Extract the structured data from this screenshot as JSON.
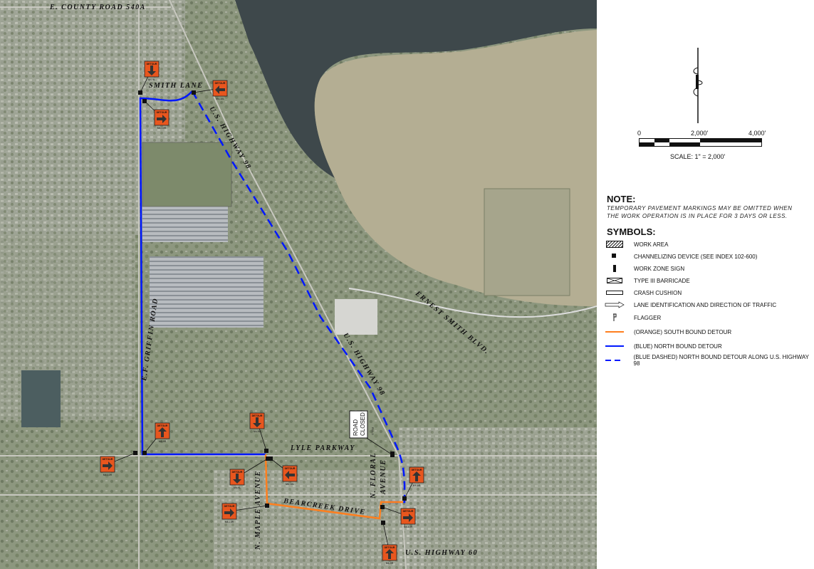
{
  "map": {
    "roads": {
      "county_road": "E. COUNTY ROAD 540A",
      "smith_lane": "SMITH LANE",
      "us98_north": "U.S. HIGHWAY 98",
      "us98_south": "U.S. HIGHWAY 98",
      "griffin": "E.F. GRIFFIN ROAD",
      "ernest": "ERNEST SMITH BLVD.",
      "lyle": "LYLE PARKWAY",
      "bearcreek": "BEARCREEK DRIVE",
      "maple": "N. MAPLE AVENUE",
      "floral_1": "N. FLORAL",
      "floral_2": "AVENUE",
      "us60": "U.S. HIGHWAY 60"
    },
    "road_closed": {
      "line1": "ROAD",
      "line2": "CLOSED",
      "code": "R11-2"
    },
    "sign_text": "DETOUR",
    "signs": [
      {
        "arrow": "down",
        "code": "M4-9L"
      },
      {
        "arrow": "left",
        "code": "M4-10L"
      },
      {
        "arrow": "right",
        "code": "M4-10R"
      },
      {
        "arrow": "up",
        "code": "M4-9R"
      },
      {
        "arrow": "right",
        "code": "M4-10R"
      },
      {
        "arrow": "down",
        "code": "M4-9L"
      },
      {
        "arrow": "down",
        "code": "M4-9L"
      },
      {
        "arrow": "left",
        "code": "M4-10L"
      },
      {
        "arrow": "right",
        "code": "M4-10R"
      },
      {
        "arrow": "up",
        "code": "M4-9R"
      },
      {
        "arrow": "right",
        "code": "M4-10R"
      },
      {
        "arrow": "up",
        "code": "M4-9R"
      }
    ],
    "colors": {
      "orange": "#ff7f1e",
      "blue": "#0018ff",
      "sign": "#e8561e"
    }
  },
  "scale": {
    "t0": "0",
    "t1": "2,000'",
    "t2": "4,000'",
    "label": "SCALE:  1\" = 2,000'"
  },
  "note": {
    "title": "NOTE:",
    "line1": "TEMPORARY PAVEMENT MARKINGS MAY BE OMITTED WHEN",
    "line2": "THE WORK OPERATION IS IN PLACE FOR 3 DAYS OR LESS."
  },
  "symbols": {
    "title": "SYMBOLS:",
    "items": [
      {
        "icon": "hatched-box-icon",
        "label": "WORK AREA"
      },
      {
        "icon": "square-icon",
        "label": "CHANNELIZING DEVICE (SEE INDEX 102-600)"
      },
      {
        "icon": "sign-icon",
        "label": "WORK ZONE SIGN"
      },
      {
        "icon": "barricade-icon",
        "label": "TYPE III BARRICADE"
      },
      {
        "icon": "crash-cushion-icon",
        "label": "CRASH CUSHION"
      },
      {
        "icon": "arrow-icon",
        "label": "LANE IDENTIFICATION AND DIRECTION OF TRAFFIC"
      },
      {
        "icon": "flagger-icon",
        "label": "FLAGGER"
      },
      {
        "icon": "orange-line-icon",
        "label": "(ORANGE) SOUTH BOUND DETOUR"
      },
      {
        "icon": "blue-line-icon",
        "label": "(BLUE) NORTH BOUND DETOUR"
      },
      {
        "icon": "blue-dashed-line-icon",
        "label": "(BLUE DASHED) NORTH BOUND DETOUR ALONG U.S. HIGHWAY 98"
      }
    ]
  }
}
